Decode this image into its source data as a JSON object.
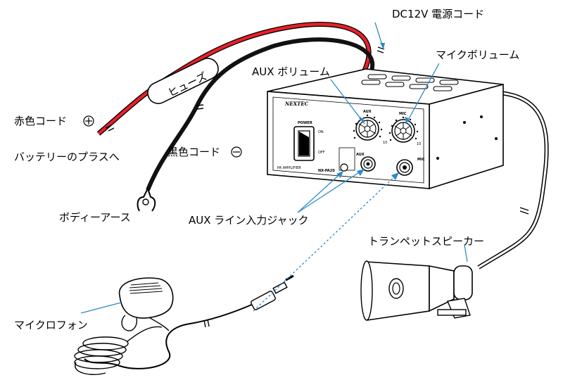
{
  "labels": {
    "dc12v": "DC12V 電源コード",
    "fuse": "ヒューズ",
    "red_cord": "赤色コード",
    "battery_plus": "バッテリーのプラスへ",
    "black_cord": "黒色コード",
    "body_earth": "ボディーアース",
    "aux_volume": "AUX ボリューム",
    "mic_volume": "マイクボリューム",
    "aux_line_input": "AUX ライン入力ジャック",
    "trumpet_speaker": "トランペットスピーカー",
    "microphone": "マイクロフォン"
  },
  "panel": {
    "brand": "NEXTEC",
    "power": "POWER",
    "on": "ON",
    "off": "OFF",
    "aux_knob": "AUX",
    "mic_knob": "MIC",
    "aux_jack": "AUX",
    "mic_jack": "MIC",
    "pa_amplifier": "PA AMPLIFIER",
    "model": "NX-PA20",
    "scale_max_aux": "10",
    "scale_max_mic": "10"
  },
  "colors": {
    "red_wire": "#e8202a",
    "black_wire": "#111111",
    "leader_lines": "#2e8bc8",
    "outline": "#000000"
  }
}
